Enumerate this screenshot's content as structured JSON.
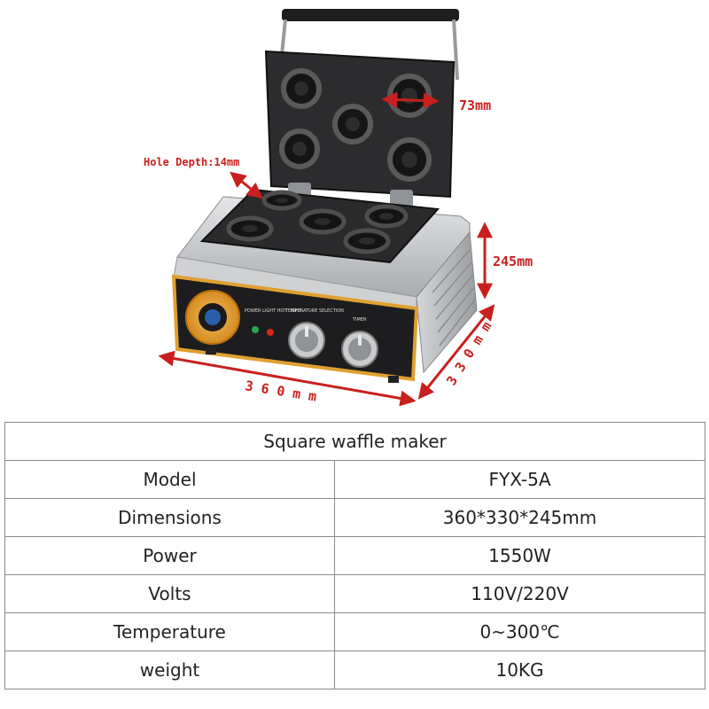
{
  "dimensions_labels": {
    "ring_diameter": "73mm",
    "hole_depth": "Hole Depth:14mm",
    "height": "245mm",
    "depth": "3 3 0 m m",
    "width": "3 6 0 m m"
  },
  "panel_labels": {
    "left": "POWER LIGHT  HOT LIGHT",
    "middle": "TEMPERATURE SELECTION",
    "right": "TIMER"
  },
  "colors": {
    "dimension_red": "#c8201e",
    "panel_gold": "#e0a030",
    "body_steel": "#c9cbcd",
    "plate_dark": "#2a2a2c"
  },
  "table": {
    "title": "Square waffle maker",
    "rows": [
      {
        "label": "Model",
        "value": "FYX-5A"
      },
      {
        "label": "Dimensions",
        "value": "360*330*245mm"
      },
      {
        "label": "Power",
        "value": "1550W"
      },
      {
        "label": "Volts",
        "value": "110V/220V"
      },
      {
        "label": "Temperature",
        "value": "0~300℃"
      },
      {
        "label": "weight",
        "value": "10KG"
      }
    ]
  }
}
